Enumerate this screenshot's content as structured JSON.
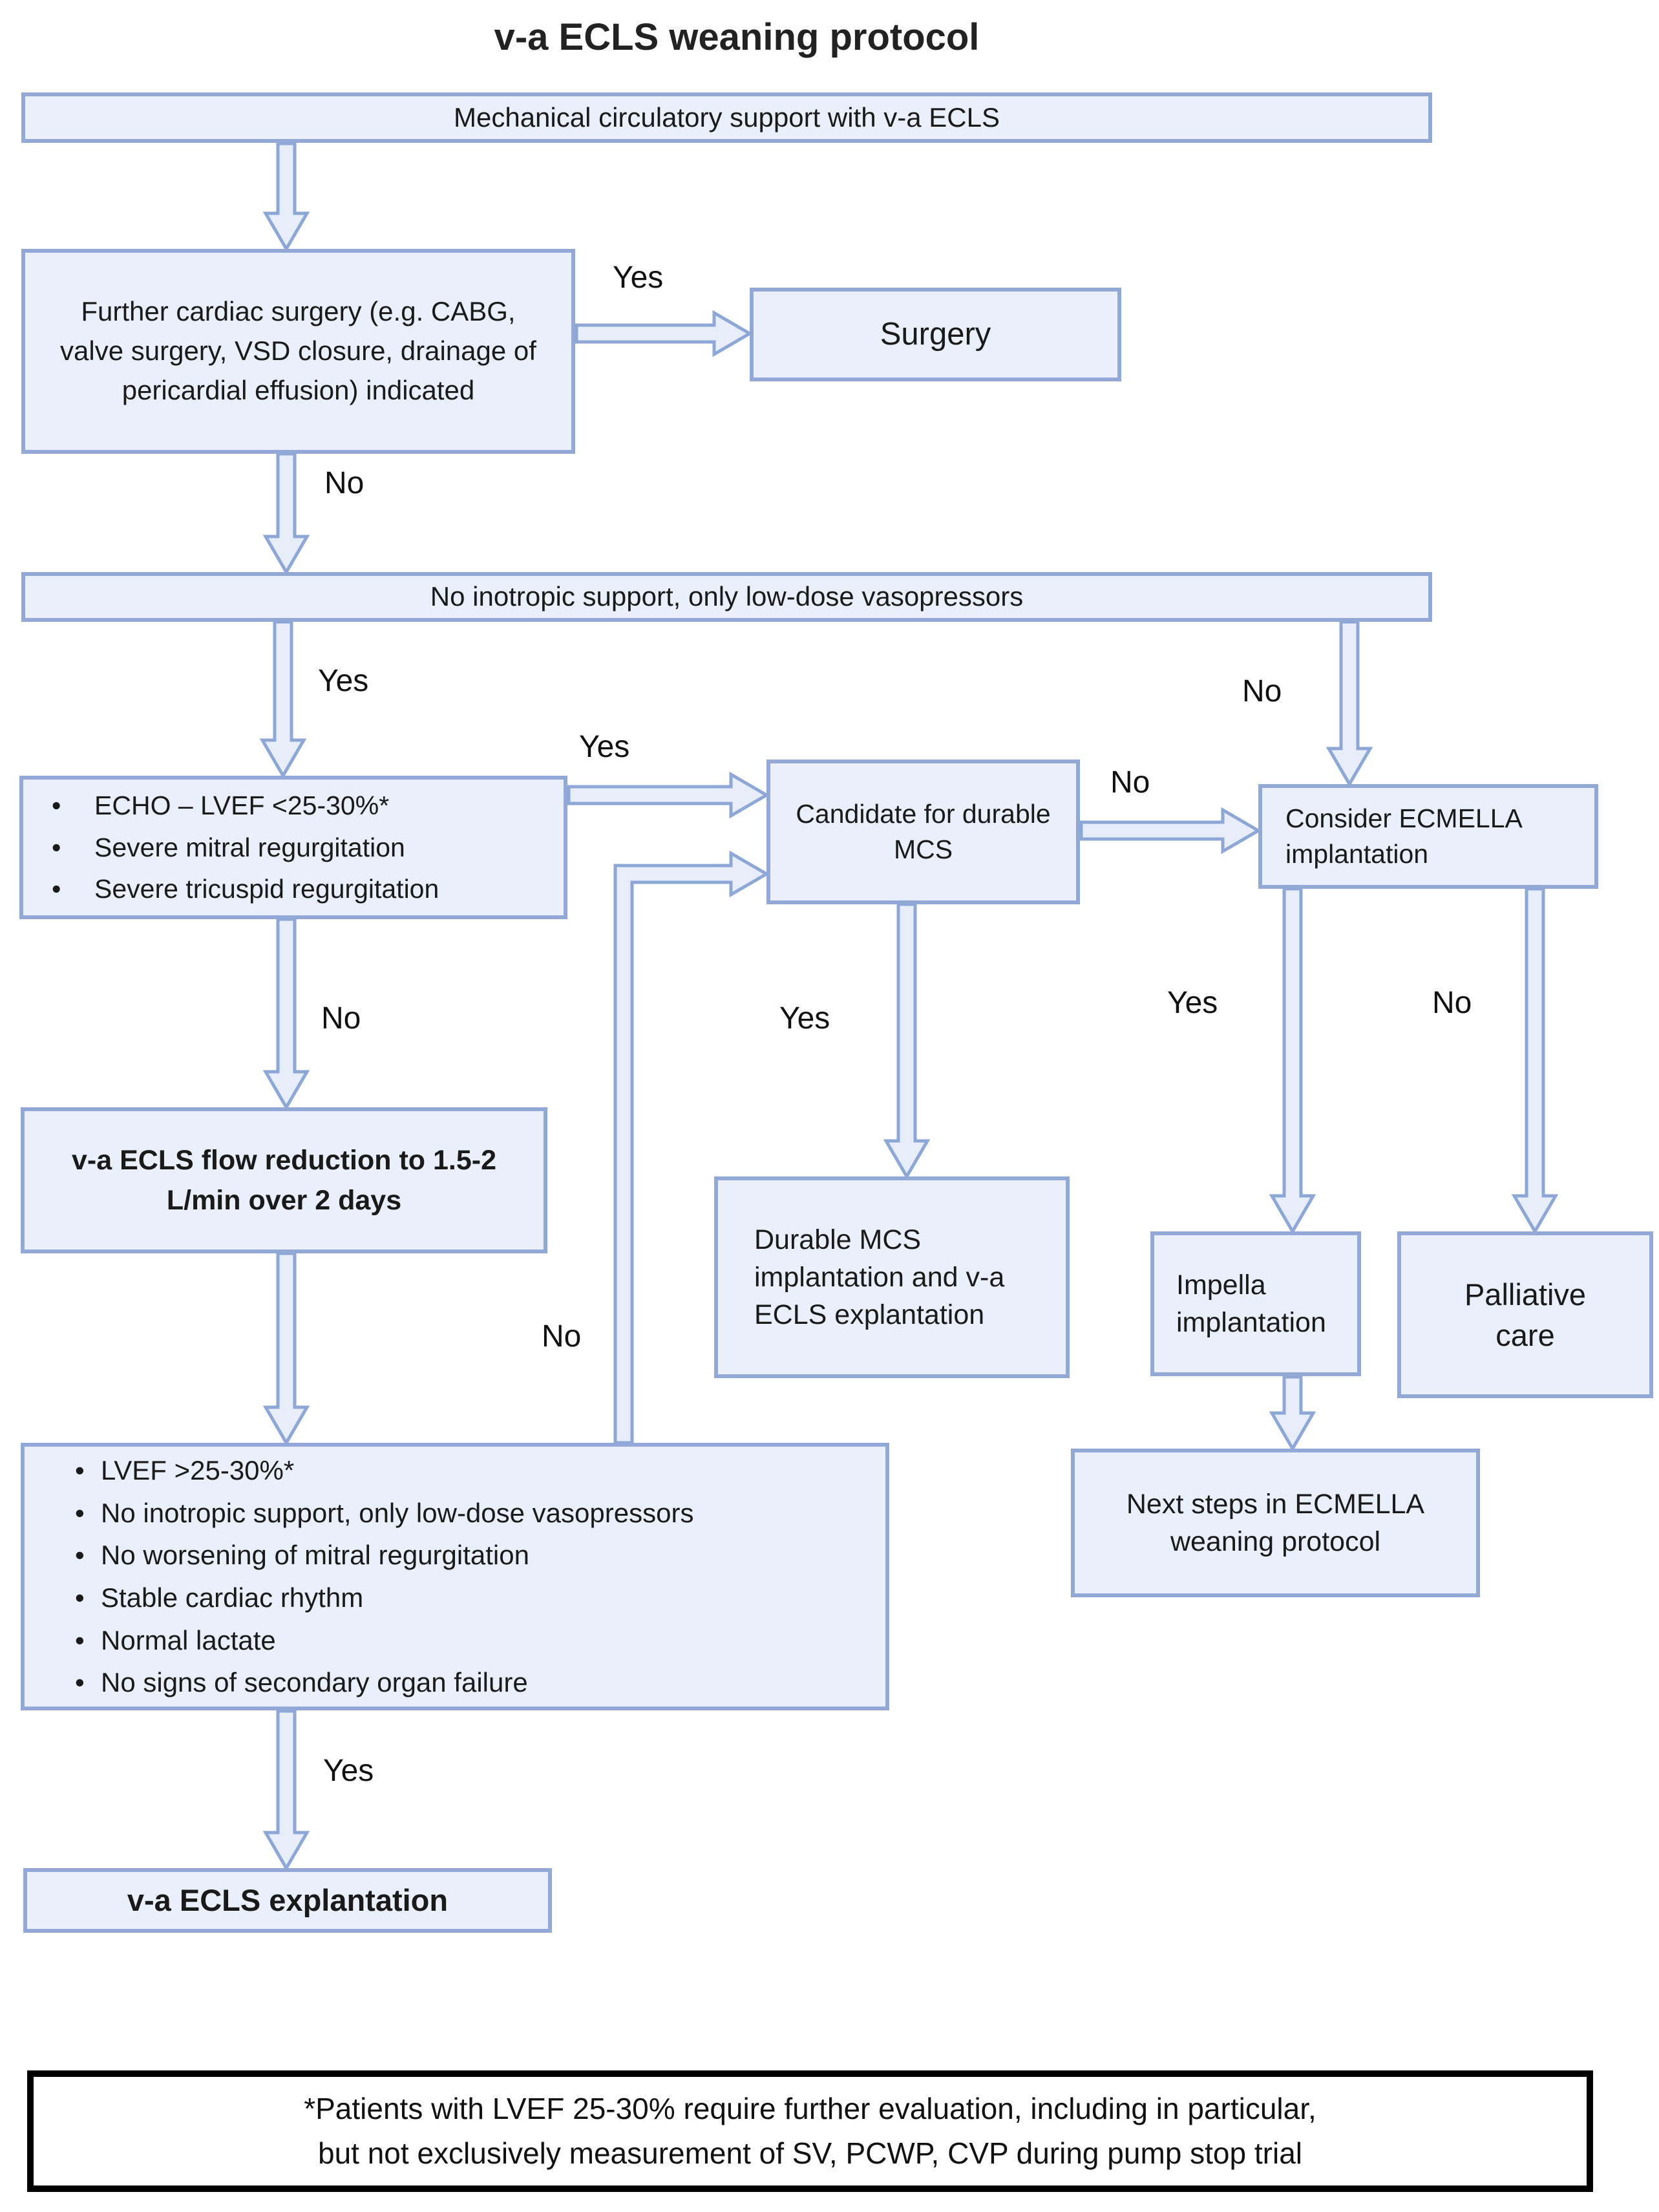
{
  "title": "v-a ECLS weaning protocol",
  "glyphs": {
    "bullet": "•"
  },
  "colors": {
    "box_fill": "#e9effb",
    "box_border": "#92a8d6",
    "arrow_fill": "#e8eef9",
    "arrow_border": "#8da7d6",
    "note_border": "#000000",
    "text": "#1a1a1a"
  },
  "nodes": {
    "mcs_support": {
      "text": "Mechanical circulatory support with v-a ECLS"
    },
    "surgery_question": {
      "text": "Further cardiac surgery (e.g. CABG, valve surgery, VSD closure, drainage of pericardial effusion) indicated"
    },
    "surgery": {
      "text": "Surgery"
    },
    "no_inotropic": {
      "text": "No inotropic support, only low-dose vasopressors"
    },
    "echo_criteria": {
      "bullets": [
        "ECHO – LVEF <25-30%*",
        "Severe mitral regurgitation",
        "Severe tricuspid regurgitation"
      ]
    },
    "candidate_mcs": {
      "text": "Candidate for durable MCS"
    },
    "consider_ecmella": {
      "text": "Consider ECMELLA implantation"
    },
    "flow_reduction": {
      "text": "v-a ECLS flow reduction to 1.5-2 L/min over 2 days"
    },
    "durable_mcs": {
      "text": "Durable MCS implantation and v-a ECLS explantation"
    },
    "impella": {
      "text": "Impella implantation"
    },
    "palliative": {
      "text": "Palliative care"
    },
    "next_steps": {
      "text": "Next steps in ECMELLA weaning protocol"
    },
    "wean_criteria": {
      "bullets": [
        "LVEF >25-30%*",
        "No inotropic support, only low-dose vasopressors",
        "No worsening of mitral regurgitation",
        "Stable cardiac rhythm",
        "Normal lactate",
        "No signs of secondary organ failure"
      ]
    },
    "explantation": {
      "text": "v-a ECLS explantation"
    }
  },
  "labels": {
    "yes_surgery": "Yes",
    "no_surgery": "No",
    "yes_bar2_left": "Yes",
    "no_bar2_right": "No",
    "yes_echo_candidate": "Yes",
    "no_candidate_ecmella": "No",
    "no_echo_down": "No",
    "yes_candidate_down": "Yes",
    "yes_ecmella_left": "Yes",
    "no_ecmella_right": "No",
    "no_criteria_up": "No",
    "yes_criteria_down": "Yes"
  },
  "footnote": {
    "line1": "*Patients with LVEF 25-30% require further evaluation, including in particular,",
    "line2": "but not exclusively measurement of SV, PCWP, CVP during pump stop trial"
  }
}
